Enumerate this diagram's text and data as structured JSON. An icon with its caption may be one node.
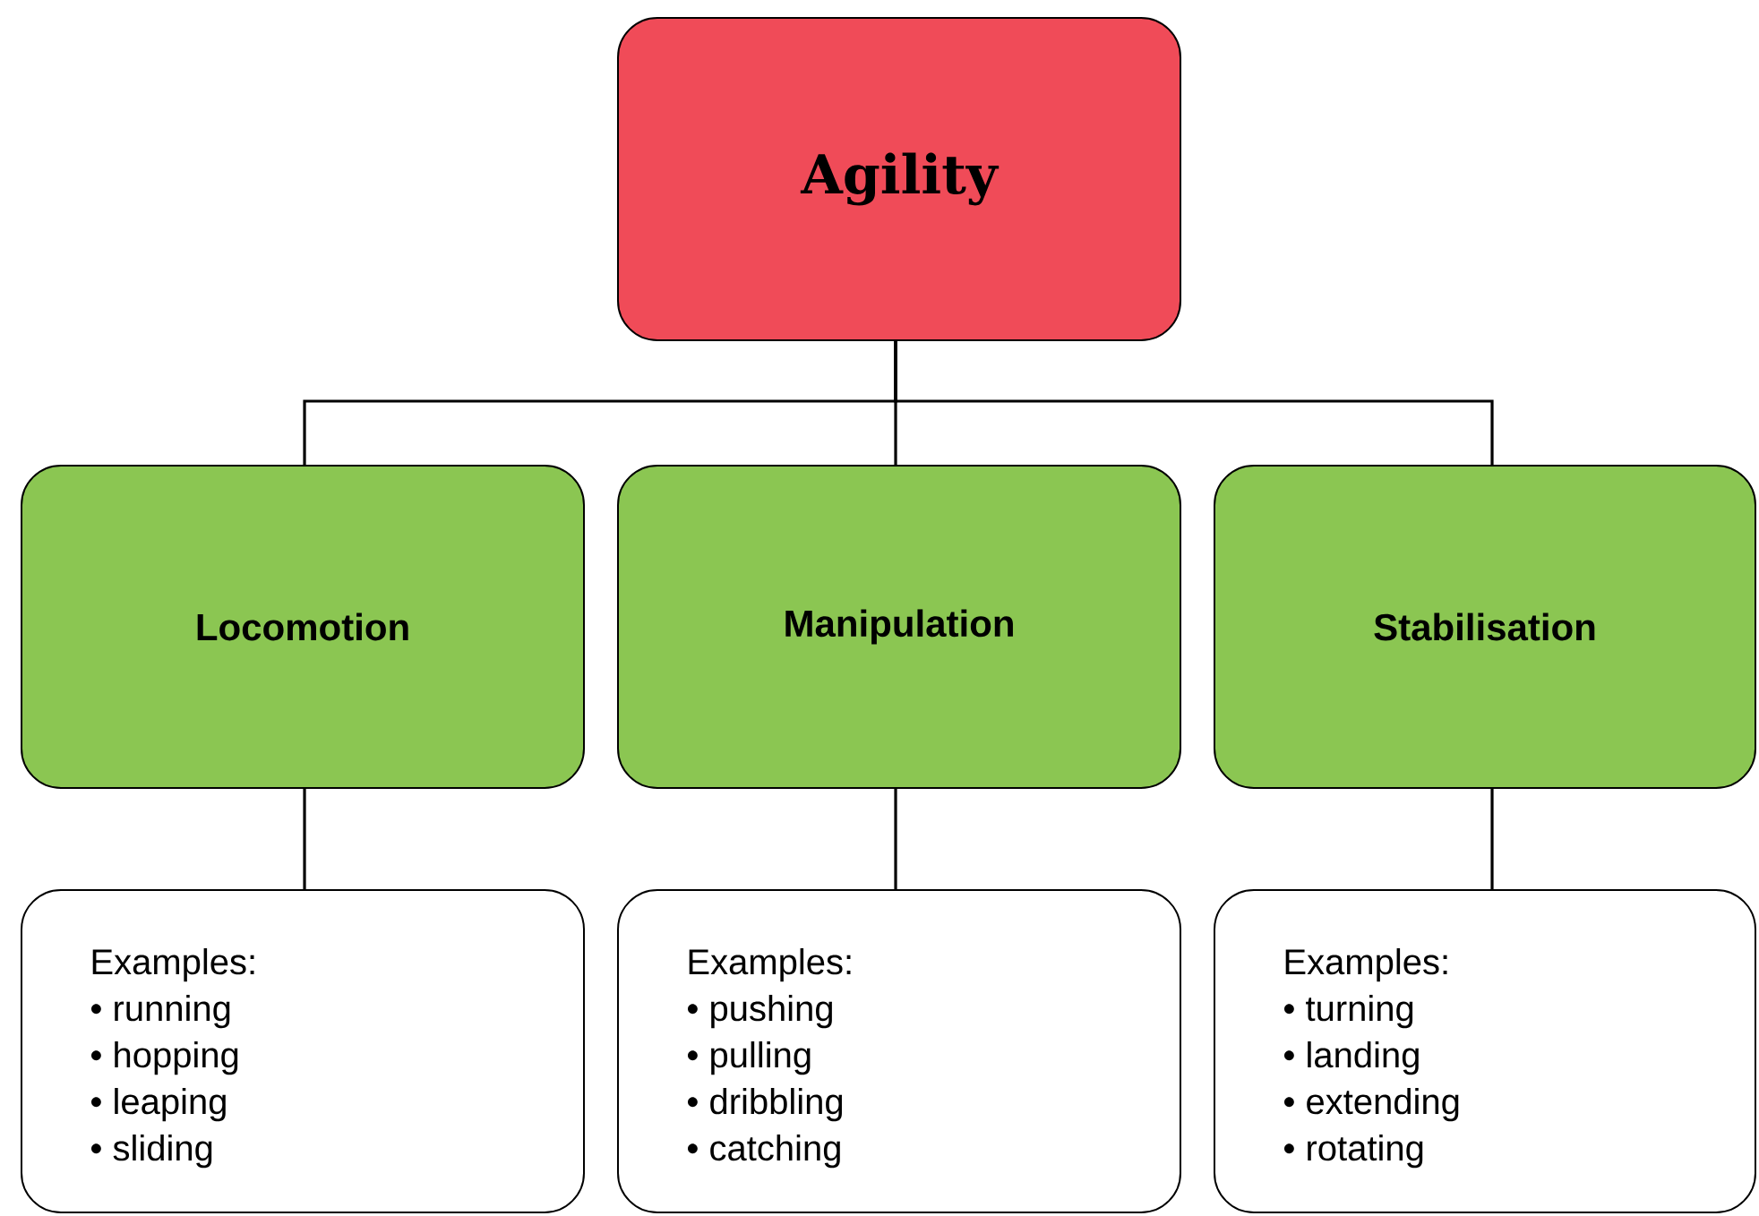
{
  "diagram": {
    "nodes": [
      {
        "text": [
          "Agility"
        ]
      },
      {
        "text": [
          "Locomotion"
        ]
      },
      {
        "text": [
          "Manipulation"
        ]
      },
      {
        "text": [
          "Stabilisation"
        ]
      },
      {
        "text": [
          "Examples:",
          "• running",
          "• hopping",
          "• leaping",
          "• sliding"
        ]
      },
      {
        "text": [
          "Examples:",
          "• pushing",
          "• pulling",
          "• dribbling",
          "• catching"
        ]
      },
      {
        "text": [
          "Examples:",
          "• turning",
          "• landing",
          "• extending",
          "• rotating"
        ]
      }
    ],
    "edges": [
      {
        "from": 0,
        "to": 1,
        "arrow": "none"
      },
      {
        "from": 0,
        "to": 2,
        "arrow": "none"
      },
      {
        "from": 0,
        "to": 3,
        "arrow": "none"
      },
      {
        "from": 1,
        "to": 4,
        "arrow": "none"
      },
      {
        "from": 2,
        "to": 5,
        "arrow": "none"
      },
      {
        "from": 3,
        "to": 6,
        "arrow": "none"
      }
    ]
  }
}
